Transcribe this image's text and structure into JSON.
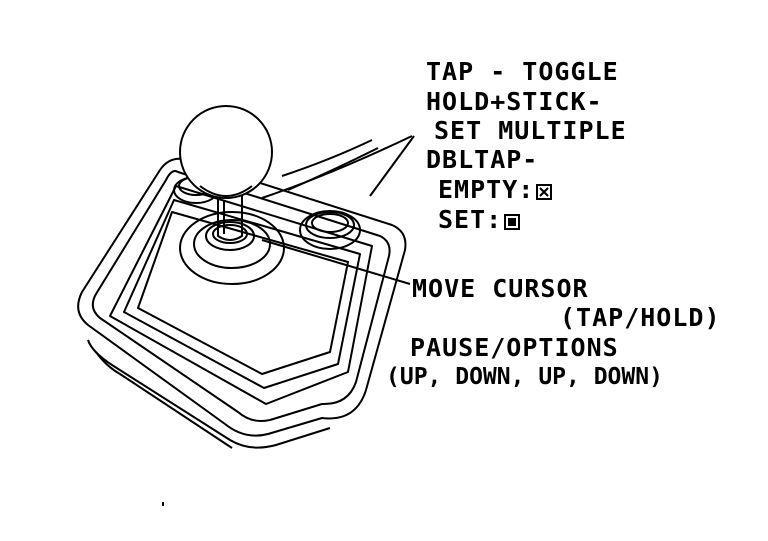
{
  "colors": {
    "ink": "#000000",
    "paper": "#ffffff"
  },
  "joystick": {
    "icon": "joystick-illustration",
    "fire_button_icon": "fire-button-icon"
  },
  "fire_button_labels": {
    "line1": "TAP - TOGGLE",
    "line2": "HOLD+STICK-",
    "line3": "SET MULTIPLE",
    "line4": "DBLTAP-",
    "line5_text": "EMPTY:",
    "line5_icon": "empty-cell-icon",
    "line6_text": "SET:",
    "line6_icon": "set-cell-icon"
  },
  "stick_labels": {
    "line1": "MOVE CURSOR",
    "line2": "(TAP/HOLD)",
    "line3": "PAUSE/OPTIONS",
    "line4": "(UP, DOWN, UP, DOWN)"
  }
}
